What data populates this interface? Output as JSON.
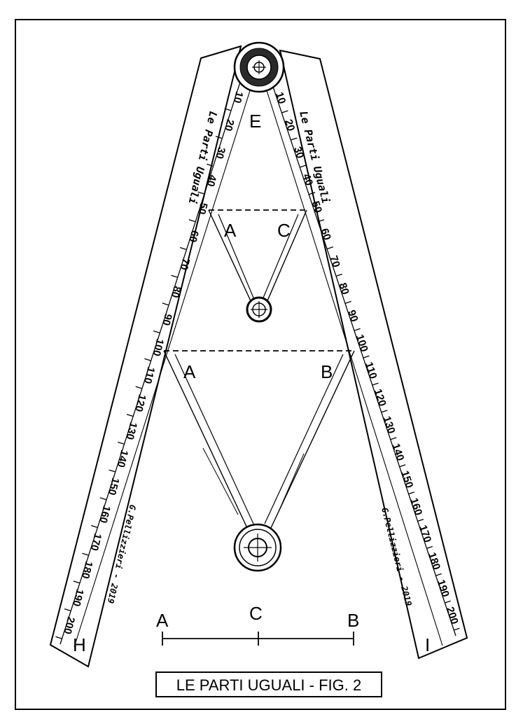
{
  "figure": {
    "caption": "LE PARTI UGUALI - FIG. 2",
    "ruler_title_left": "Le Parti Uguali",
    "ruler_title_right": "Le Parti Uguali",
    "author_left": "G.Pellizzieri - 2019",
    "author_right": "G.Pellizzieri - 2019",
    "hinge_label": "E",
    "end_label_left": "H",
    "end_label_right": "I",
    "upper_compass": {
      "left_label": "A",
      "right_label": "C"
    },
    "lower_compass": {
      "left_label": "A",
      "right_label": "B"
    },
    "segment": {
      "left_label": "A",
      "mid_label": "C",
      "right_label": "B"
    },
    "scale_marks": [
      "10",
      "20",
      "30",
      "40",
      "50",
      "60",
      "70",
      "80",
      "90",
      "100",
      "110",
      "120",
      "130",
      "140",
      "150",
      "160",
      "170",
      "180",
      "190",
      "200"
    ]
  }
}
